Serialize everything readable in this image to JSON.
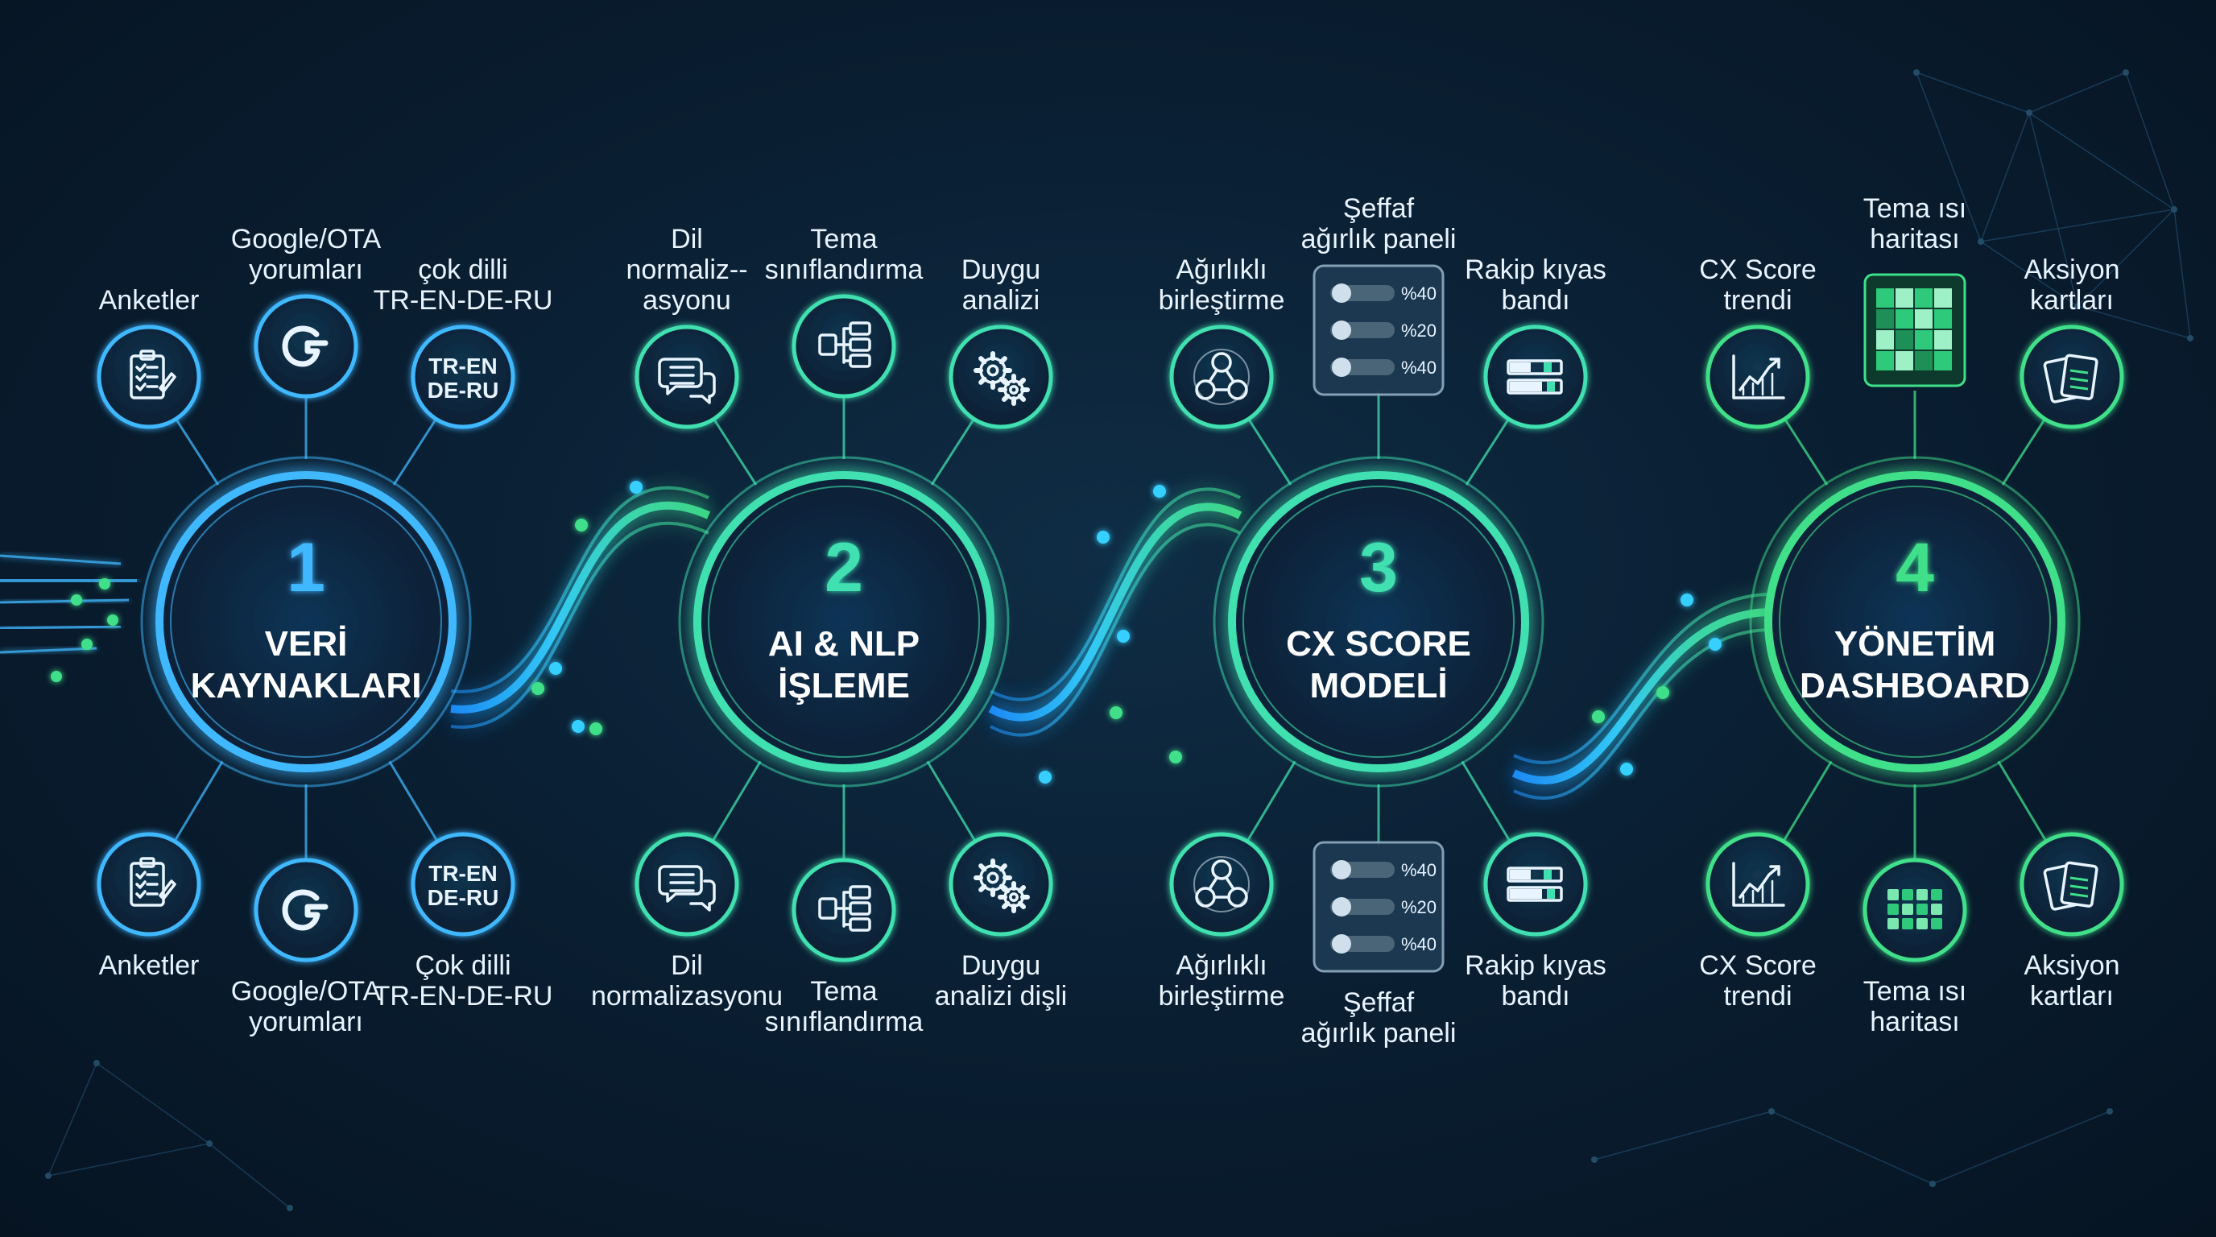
{
  "stages": [
    {
      "number": "1",
      "line1": "VERİ",
      "line2": "KAYNAKLARI",
      "color": "#3fb8ff",
      "top": [
        {
          "icon": "clipboard-icon",
          "label": [
            "Anketler"
          ]
        },
        {
          "icon": "google-icon",
          "label": [
            "Google/OTA",
            "yorumları"
          ]
        },
        {
          "icon": "language-badge-icon",
          "label": [
            "çok dilli",
            "TR-EN-DE-RU"
          ],
          "badge": [
            "TR-EN",
            "DE-RU"
          ]
        }
      ],
      "bottom": [
        {
          "icon": "clipboard-icon",
          "label": [
            "Anketler"
          ]
        },
        {
          "icon": "google-icon",
          "label": [
            "Google/OTA",
            "yorumları"
          ]
        },
        {
          "icon": "language-badge-icon",
          "label": [
            "Çok dilli",
            "TR-EN-DE-RU"
          ],
          "badge": [
            "TR-EN",
            "DE-RU"
          ]
        }
      ]
    },
    {
      "number": "2",
      "line1": "AI & NLP",
      "line2": "İŞLEME",
      "color": "#3fe0b0",
      "top": [
        {
          "icon": "chat-bubbles-icon",
          "label": [
            "Dil",
            "normaliz--",
            "asyonu"
          ]
        },
        {
          "icon": "hierarchy-icon",
          "label": [
            "Tema",
            "sınıflandırma"
          ]
        },
        {
          "icon": "gears-icon",
          "label": [
            "Duygu",
            "analizi"
          ]
        }
      ],
      "bottom": [
        {
          "icon": "chat-bubbles-icon",
          "label": [
            "Dil",
            "normalizasyonu"
          ]
        },
        {
          "icon": "hierarchy-icon",
          "label": [
            "Tema",
            "sınıflandırma"
          ]
        },
        {
          "icon": "gears-icon",
          "label": [
            "Duygu",
            "analizi dişli"
          ]
        }
      ]
    },
    {
      "number": "3",
      "line1": "CX SCORE",
      "line2": "MODELİ",
      "color": "#3fe0b0",
      "top": [
        {
          "icon": "weighted-network-icon",
          "label": [
            "Ağırlıklı",
            "birleştirme"
          ]
        },
        {
          "icon": "weight-panel-icon",
          "label": [
            "Şeffaf",
            "ağırlık paneli"
          ],
          "values": [
            "%40",
            "%20",
            "%40"
          ]
        },
        {
          "icon": "benchmark-bars-icon",
          "label": [
            "Rakip kıyas",
            "bandı"
          ]
        }
      ],
      "bottom": [
        {
          "icon": "weighted-network-icon",
          "label": [
            "Ağırlıklı",
            "birleştirme"
          ]
        },
        {
          "icon": "weight-panel-icon",
          "label": [
            "Şeffaf",
            "ağırlık paneli"
          ],
          "values": [
            "%40",
            "%20",
            "%40"
          ]
        },
        {
          "icon": "benchmark-bars-icon",
          "label": [
            "Rakip kıyas",
            "bandı"
          ]
        }
      ]
    },
    {
      "number": "4",
      "line1": "YÖNETİM",
      "line2": "DASHBOARD",
      "color": "#3fe08a",
      "top": [
        {
          "icon": "trend-chart-icon",
          "label": [
            "CX Score",
            "trendi"
          ]
        },
        {
          "icon": "heatmap-icon",
          "label": [
            "Tema ısı",
            "haritası"
          ]
        },
        {
          "icon": "action-cards-icon",
          "label": [
            "Aksiyon",
            "kartları"
          ]
        }
      ],
      "bottom": [
        {
          "icon": "trend-chart-icon",
          "label": [
            "CX Score",
            "trendi"
          ]
        },
        {
          "icon": "heatmap-grid-icon",
          "label": [
            "Tema ısı",
            "haritası"
          ]
        },
        {
          "icon": "action-cards-icon",
          "label": [
            "Aksiyon",
            "kartları"
          ]
        }
      ]
    }
  ]
}
